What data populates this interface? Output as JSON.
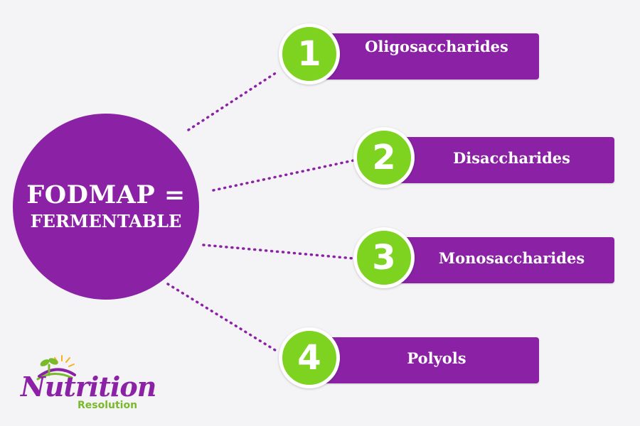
{
  "hub": {
    "line1": "FODMAP =",
    "line2": "FERMENTABLE"
  },
  "items": [
    {
      "number": "1",
      "label": "Oligosaccharides"
    },
    {
      "number": "2",
      "label": "Disaccharides"
    },
    {
      "number": "3",
      "label": "Monosaccharides"
    },
    {
      "number": "4",
      "label": "Polyols"
    }
  ],
  "logo": {
    "word": "Nutrition",
    "sub": "Resolution"
  },
  "colors": {
    "purple": "#8b22a6",
    "green": "#7ed321",
    "background": "#f4f3f5"
  },
  "icons": {
    "logo_mark": "sprout-sun-icon"
  }
}
